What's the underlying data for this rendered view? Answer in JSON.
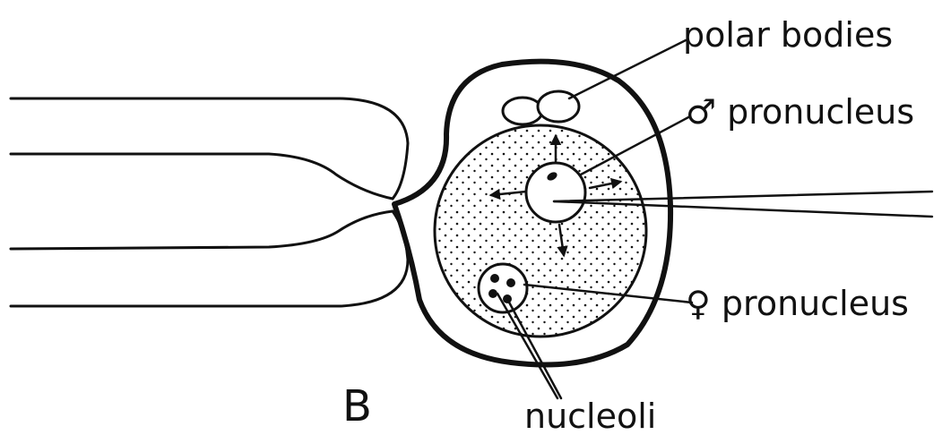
{
  "figure": {
    "panel_letter": "B",
    "labels": {
      "polar_bodies": "polar bodies",
      "male_pronucleus": "♂ pronucleus",
      "female_pronucleus": "♀ pronucleus",
      "nucleoli": "nucleoli"
    },
    "ink_color": "#111111",
    "background": "#ffffff"
  }
}
